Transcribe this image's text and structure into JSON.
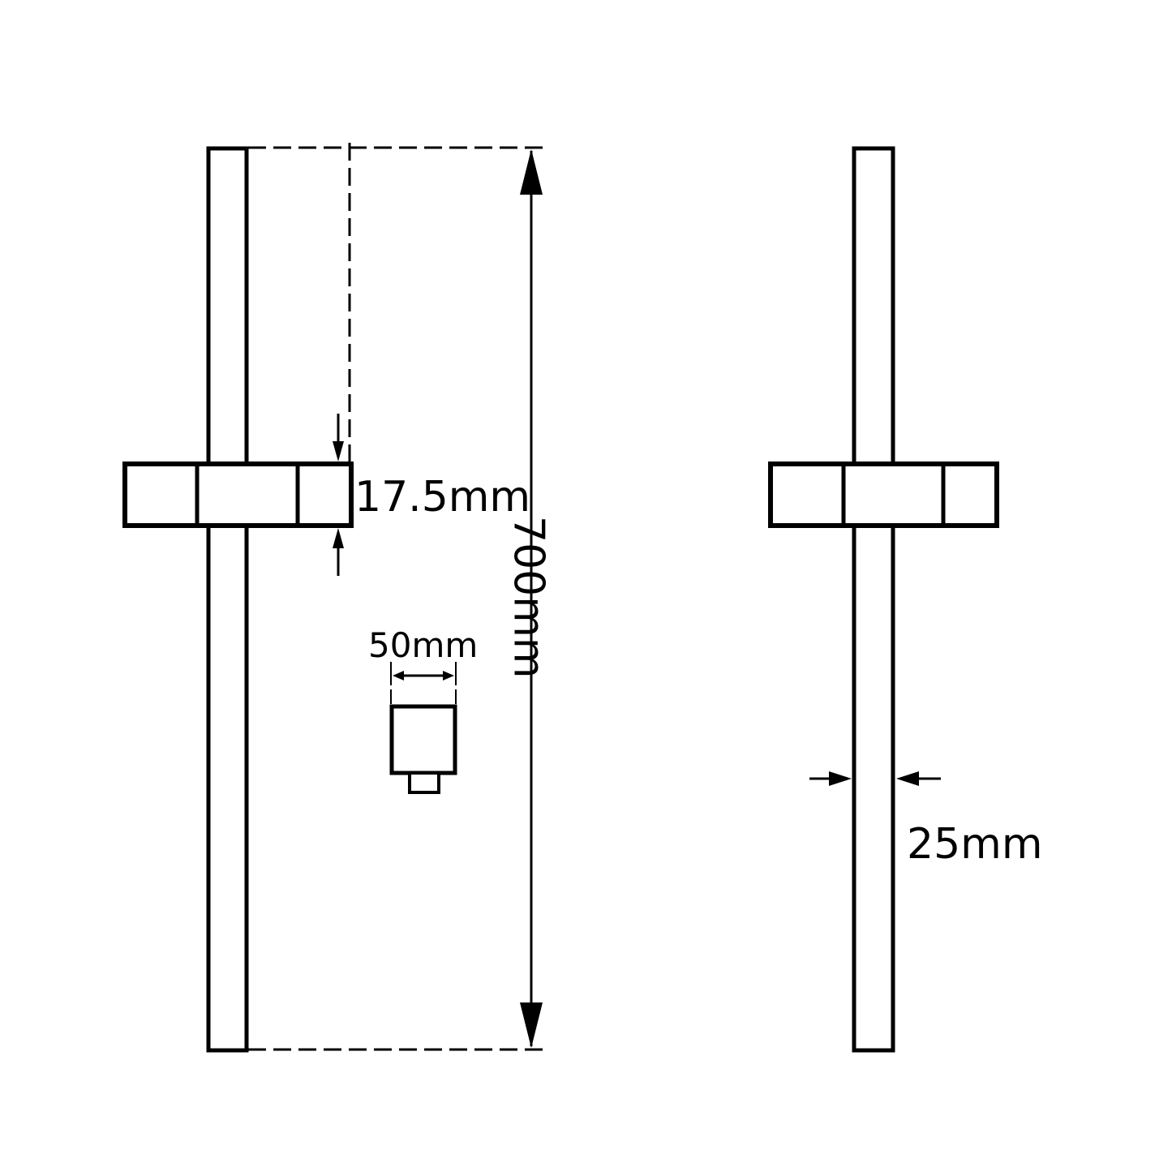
{
  "diagram": {
    "type": "technical-dimension-drawing",
    "subject": "shower slide rail with bracket",
    "colors": {
      "line": "#000000",
      "background": "#ffffff"
    },
    "views": [
      {
        "name": "front-view",
        "description": "rail with sliding bracket, wall outlet, dimensioned"
      },
      {
        "name": "side-view",
        "description": "rail with sliding bracket, diameter dimension"
      }
    ]
  },
  "dimensions": {
    "rail_length": "700mm",
    "bracket_height": "17.5mm",
    "outlet_width": "50mm",
    "rail_diameter": "25mm"
  }
}
